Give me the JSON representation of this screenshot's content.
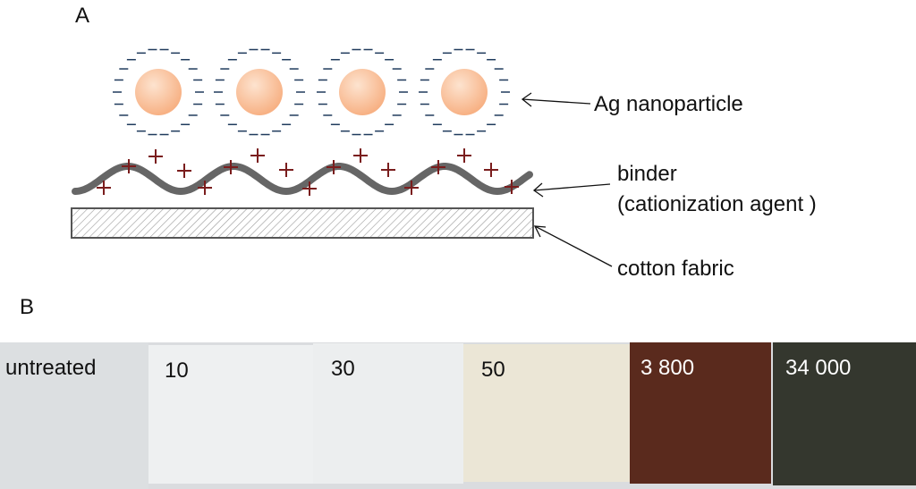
{
  "panels": {
    "a_label": "A",
    "b_label": "B"
  },
  "schematic": {
    "nanoparticle_label": "Ag nanoparticle",
    "binder_label": "binder",
    "binder_sublabel": "(cationization agent )",
    "fabric_label": "cotton fabric",
    "nanoparticle_count": 4,
    "colors": {
      "particle": "#f7b184",
      "negative_charge": "#1f3a5c",
      "positive_charge": "#7a1d1d",
      "binder": "#666666",
      "fabric_outline": "#555555"
    }
  },
  "samples": [
    {
      "label": "untreated",
      "fabric_color": "#dcdfe1",
      "text_color": "#111111"
    },
    {
      "label": "10",
      "fabric_color": "#eef0f1",
      "text_color": "#111111"
    },
    {
      "label": "30",
      "fabric_color": "#eceeef",
      "text_color": "#111111"
    },
    {
      "label": "50",
      "fabric_color": "#ebe6d6",
      "text_color": "#111111"
    },
    {
      "label": "3 800",
      "fabric_color": "#5a2a1d",
      "text_color": "#ffffff"
    },
    {
      "label": "34 000",
      "fabric_color": "#34372e",
      "text_color": "#ffffff"
    }
  ]
}
